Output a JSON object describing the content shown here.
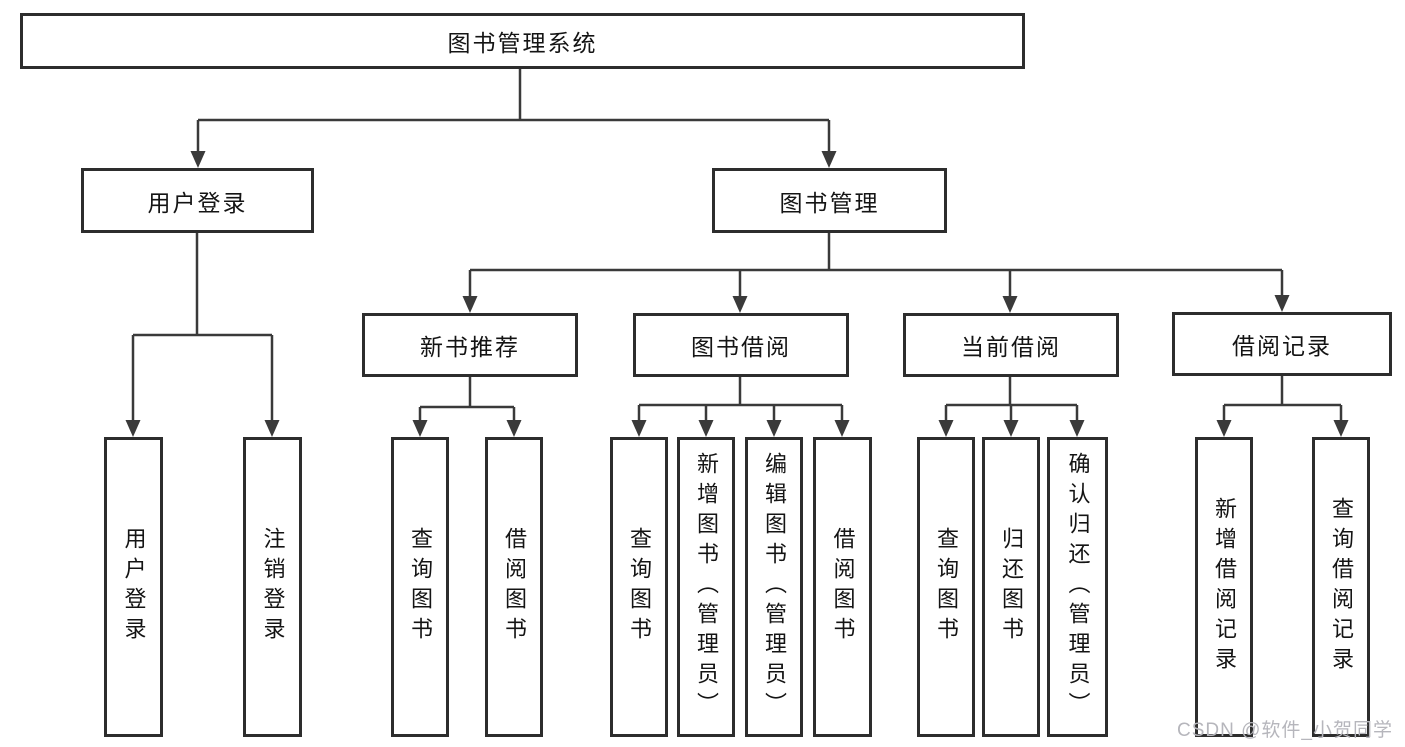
{
  "diagram": {
    "type": "org-tree",
    "tree": {
      "label": "图书管理系统",
      "children": [
        {
          "label": "用户登录",
          "children": [
            {
              "label": "用户登录"
            },
            {
              "label": "注销登录"
            }
          ]
        },
        {
          "label": "图书管理",
          "children": [
            {
              "label": "新书推荐",
              "children": [
                {
                  "label": "查询图书"
                },
                {
                  "label": "借阅图书"
                }
              ]
            },
            {
              "label": "图书借阅",
              "children": [
                {
                  "label": "查询图书"
                },
                {
                  "label": "新增图书（管理员）"
                },
                {
                  "label": "编辑图书（管理员）"
                },
                {
                  "label": "借阅图书"
                }
              ]
            },
            {
              "label": "当前借阅",
              "children": [
                {
                  "label": "查询图书"
                },
                {
                  "label": "归还图书"
                },
                {
                  "label": "确认归还（管理员）"
                }
              ]
            },
            {
              "label": "借阅记录",
              "children": [
                {
                  "label": "新增借阅记录"
                },
                {
                  "label": "查询借阅记录"
                }
              ]
            }
          ]
        }
      ]
    }
  },
  "watermark": {
    "text": "CSDN @软件_小贺同学"
  },
  "colors": {
    "box_border": "#2d2d2d",
    "line": "#3a3a3a",
    "text": "#141414",
    "background": "#ffffff",
    "watermark": "#b6b6bc"
  }
}
